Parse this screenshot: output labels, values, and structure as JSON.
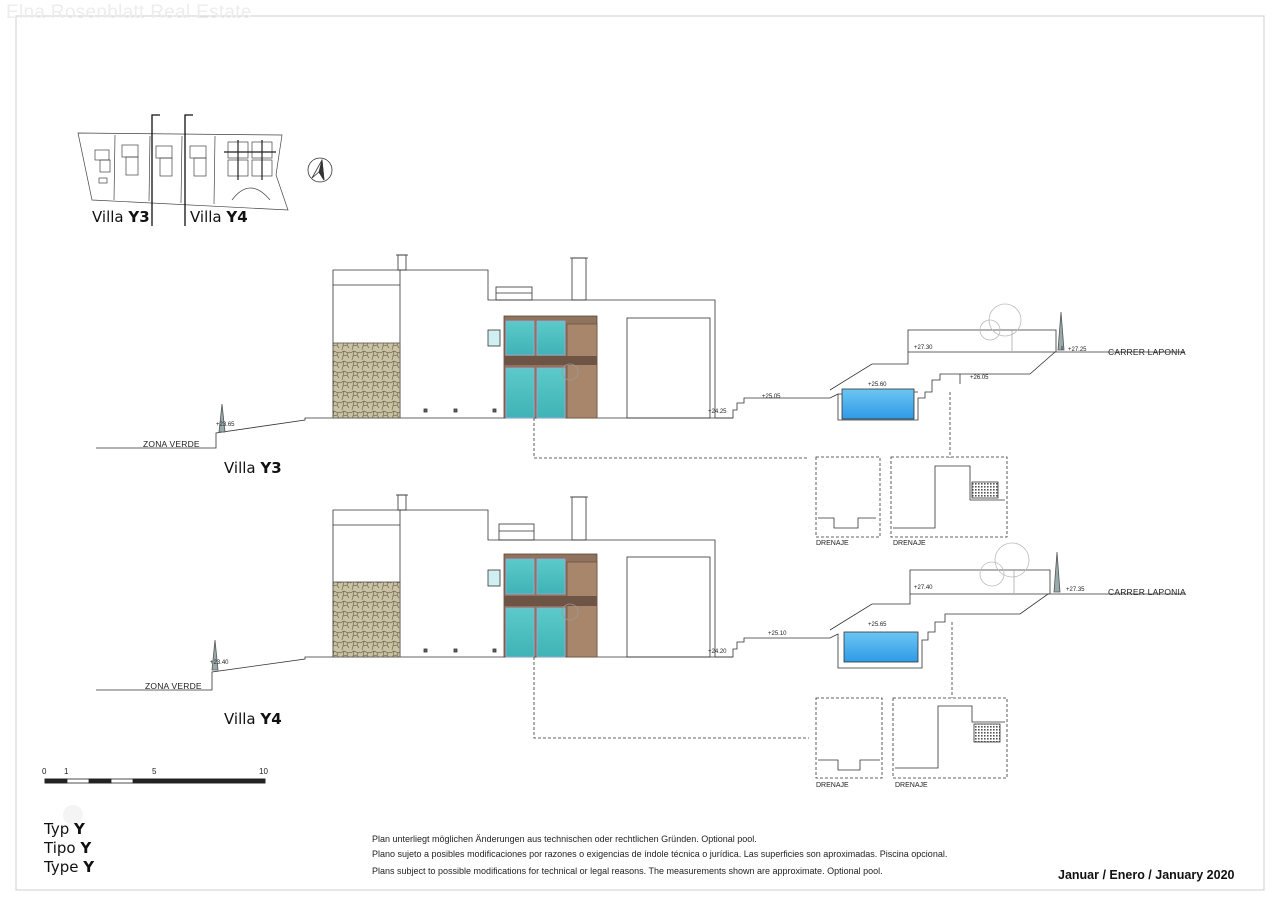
{
  "watermark": "Elna Rosenblatt Real Estate",
  "site_plan": {
    "label_y3_prefix": "Villa ",
    "label_y3_bold": "Y3",
    "label_y4_prefix": "Villa ",
    "label_y4_bold": "Y4"
  },
  "sections": [
    {
      "title_prefix": "Villa ",
      "title_bold": "Y3",
      "zona_verde": "ZONA VERDE",
      "street": "CARRER LAPONIA",
      "levels": {
        "zona": "+23.65",
        "house": "+24.25",
        "terrace": "+25.05",
        "pool": "+25.60",
        "upper": "+26.05",
        "top": "+27.30",
        "street": "+27.25"
      },
      "drenaje_1": "DRENAJE",
      "drenaje_2": "DRENAJE"
    },
    {
      "title_prefix": "Villa ",
      "title_bold": "Y4",
      "zona_verde": "ZONA VERDE",
      "street": "CARRER LAPONIA",
      "levels": {
        "zona": "+23.40",
        "house": "+24.20",
        "terrace": "+25.10",
        "pool": "+25.65",
        "top": "+27.40",
        "street": "+27.35"
      },
      "drenaje_1": "DRENAJE",
      "drenaje_2": "DRENAJE"
    }
  ],
  "scale_bar": {
    "labels": [
      "0",
      "1",
      "5",
      "10"
    ]
  },
  "type_block": {
    "line1_prefix": "Typ ",
    "line1_bold": "Y",
    "line2_prefix": "Tipo ",
    "line2_bold": "Y",
    "line3_prefix": "Type ",
    "line3_bold": "Y"
  },
  "notes": [
    "Plan unterliegt möglichen Änderungen aus technischen oder rechtlichen Gründen. Optional pool.",
    "Plano sujeto a posibles modificaciones por razones o exigencias de índole técnica o jurídica. Las superficies son aproximadas. Piscina opcional.",
    "Plans subject to possible modifications for technical or legal reasons. The measurements shown are approximate. Optional pool."
  ],
  "date": "Januar / Enero / January 2020",
  "colors": {
    "glass": "#4fc3c4",
    "wood": "#8a6a55",
    "stone": "#c9bf9e",
    "pool_water": "#3aa6ea"
  }
}
